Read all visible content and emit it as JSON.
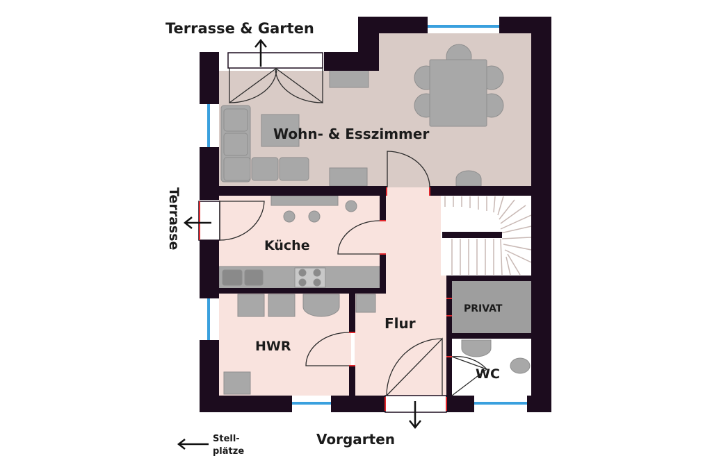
{
  "labels": {
    "terrace_garden": "Terrasse & Garten",
    "terrace": "Terrasse",
    "front_garden": "Vorgarten",
    "parking_line1": "Stell-",
    "parking_line2": "plätze"
  },
  "rooms": {
    "living_dining": "Wohn- & Esszimmer",
    "kitchen": "Küche",
    "hallway": "Flur",
    "utility": "HWR",
    "private": "PRIVAT",
    "toilet": "WC"
  },
  "colors": {
    "wall": "#1c0c1e",
    "living_floor": "#d9cbc6",
    "pink_floor": "#f9e3de",
    "furniture": "#a8a8a8",
    "window": "#3aa0de",
    "door_seal": "#e0262c",
    "private_floor": "#9e9e9e"
  },
  "icons": {
    "arrow_up": "arrow-up-icon",
    "arrow_left": "arrow-left-icon",
    "arrow_down": "arrow-down-icon"
  }
}
